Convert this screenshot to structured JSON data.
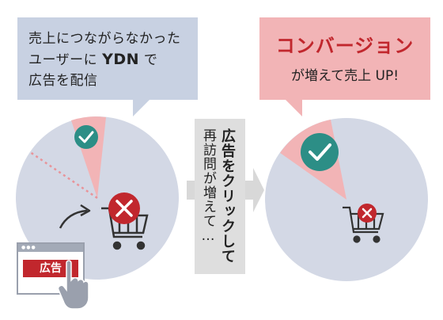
{
  "left_bubble": {
    "line1": "売上につながらなかった",
    "line2_prefix": "ユーザーに ",
    "line2_bold": "YDN",
    "line2_suffix": " で",
    "line3": "広告を配信"
  },
  "right_bubble": {
    "headline": "コンバージョン",
    "sub": "が増えて売上 UP!"
  },
  "center": {
    "bold": "広告をクリックして",
    "regular": "再訪問が増えて…"
  },
  "browser": {
    "ad_label": "広告",
    "dots": "●●●"
  },
  "icons": [
    "check-icon",
    "cross-icon",
    "cart-icon",
    "arrow-icon",
    "hand-pointer-icon"
  ],
  "colors": {
    "blue_circle": "#d3d8e5",
    "blue_bubble": "#c8d1e2",
    "pink": "#f2b4b6",
    "red": "#c1272d",
    "teal": "#2c8e86",
    "gray_panel": "#dedede"
  }
}
